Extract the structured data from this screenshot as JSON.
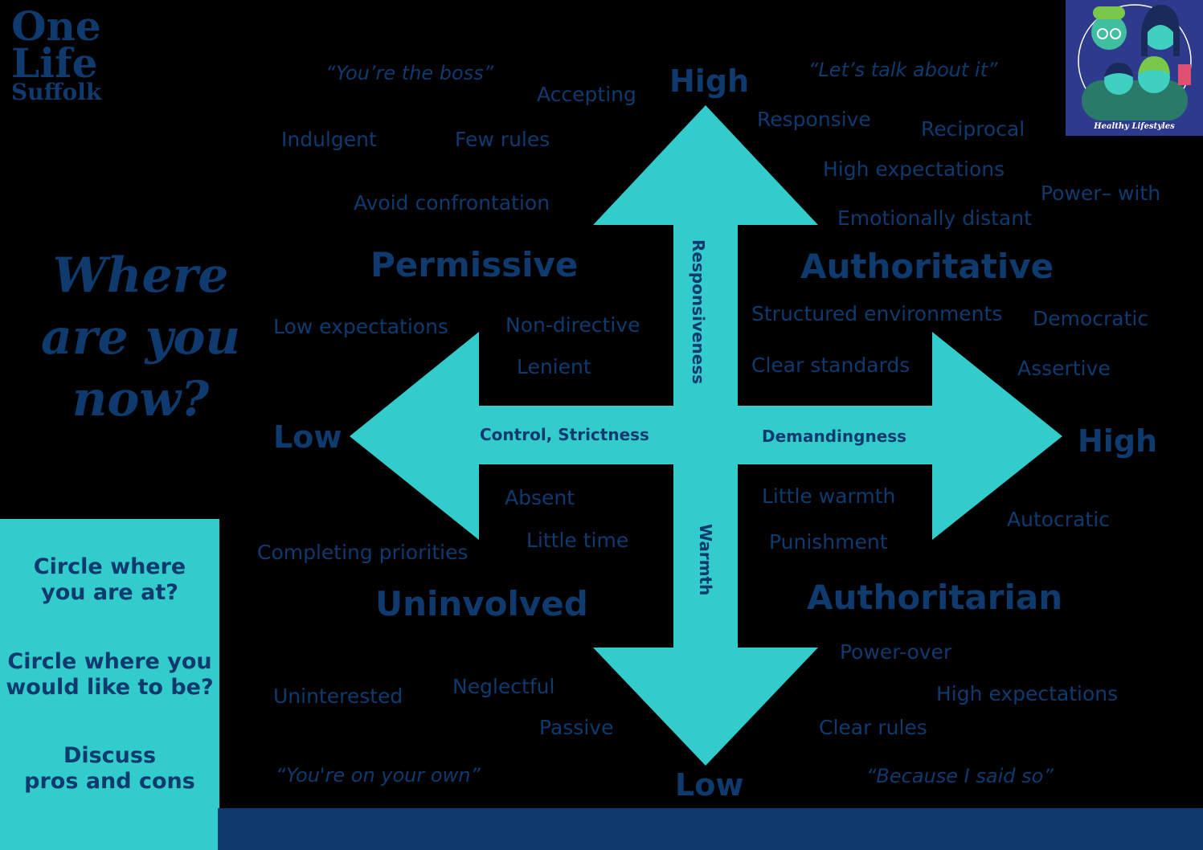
{
  "logo": {
    "line1": "One",
    "line2": "Life",
    "line3": "Suffolk"
  },
  "badge": {
    "caption": "Healthy Lifestyles"
  },
  "headline": {
    "line1": "Where",
    "line2": "are you",
    "line3": "now?"
  },
  "side_prompts": {
    "p1a": "Circle where",
    "p1b": "you are at?",
    "p2a": "Circle where you",
    "p2b": "would like to be?",
    "p3a": "Discuss",
    "p3b": "pros and cons"
  },
  "axes": {
    "vertical_top": "High",
    "vertical_bottom": "Low",
    "horizontal_left": "Low",
    "horizontal_right": "High",
    "responsiveness": "Responsiveness",
    "warmth": "Warmth",
    "control": "Control, Strictness",
    "demandingness": "Demandingness"
  },
  "colors": {
    "arrow": "#33cccc",
    "text": "#0e3a6e",
    "background": "#000000"
  },
  "quadrants": {
    "permissive": {
      "name": "Permissive",
      "quote": "“You’re the boss”",
      "words": [
        "Accepting",
        "Indulgent",
        "Few rules",
        "Avoid confrontation",
        "Low expectations",
        "Non-directive",
        "Lenient"
      ]
    },
    "authoritative": {
      "name": "Authoritative",
      "quote": "“Let’s talk about it”",
      "words": [
        "Responsive",
        "Reciprocal",
        "High expectations",
        "Power– with",
        "Emotionally distant",
        "Structured environments",
        "Democratic",
        "Clear standards",
        "Assertive"
      ]
    },
    "uninvolved": {
      "name": "Uninvolved",
      "quote": "“You're on your own”",
      "words": [
        "Absent",
        "Little time",
        "Completing priorities",
        "Uninterested",
        "Neglectful",
        "Passive"
      ]
    },
    "authoritarian": {
      "name": "Authoritarian",
      "quote": "“Because I said so”",
      "words": [
        "Little warmth",
        "Autocratic",
        "Punishment",
        "Power-over",
        "High expectations",
        "Clear rules"
      ]
    }
  }
}
